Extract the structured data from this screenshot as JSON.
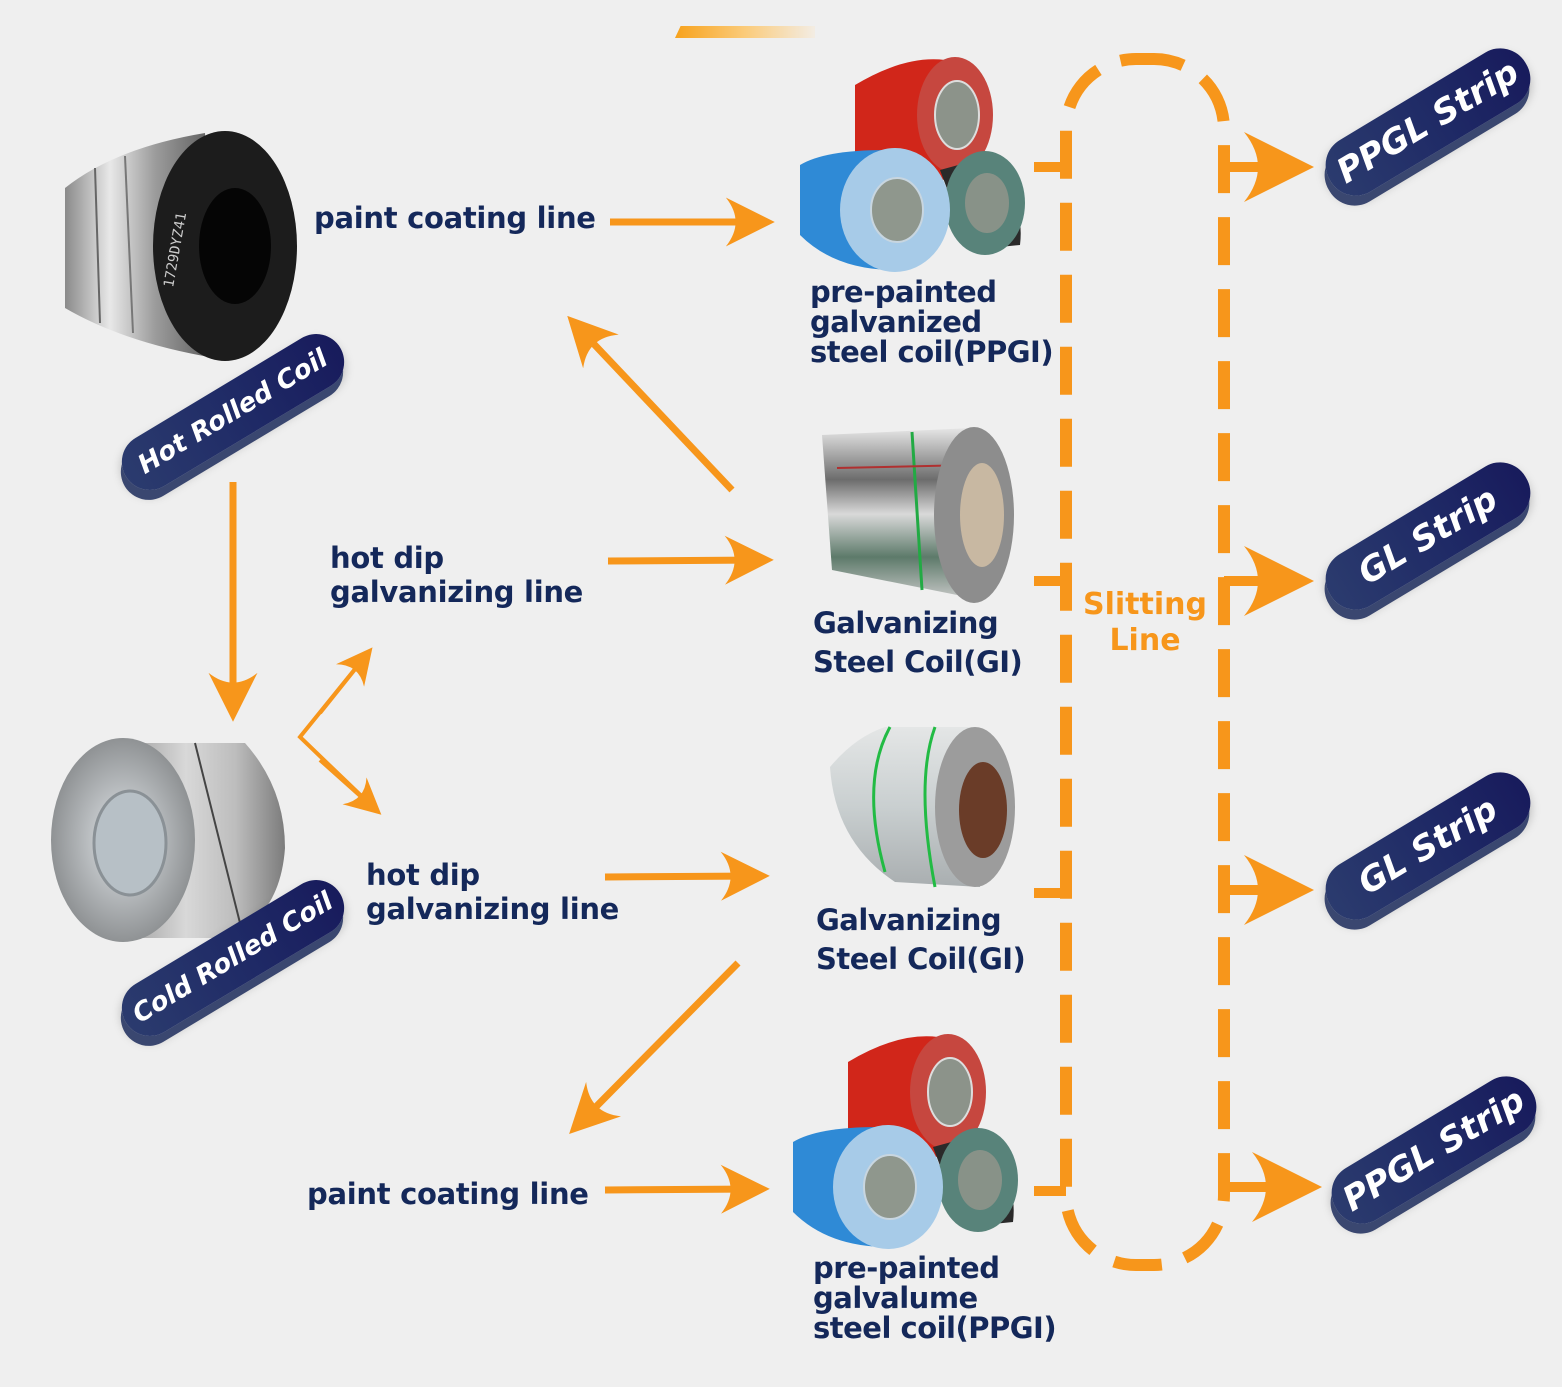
{
  "title": "Steel coil processing flow",
  "colors": {
    "arrow": "#f7961b",
    "text": "#14285a",
    "pill": "#1f2a66",
    "background": "#efefef"
  },
  "sources": {
    "hot_rolled": {
      "label": "Hot Rolled Coil",
      "image": "hot-rolled-coil-photo"
    },
    "cold_rolled": {
      "label": "Cold Rolled Coil",
      "image": "cold-rolled-coil-photo"
    }
  },
  "processes": {
    "paint_top": "paint coating line",
    "hdg_top_line1": "hot dip",
    "hdg_top_line2": "galvanizing line",
    "hdg_bottom_line1": "hot dip",
    "hdg_bottom_line2": "galvanizing line",
    "paint_bottom": "paint coating line"
  },
  "products": [
    {
      "lines": [
        "pre-painted",
        "galvanized",
        "steel coil(PPGI)"
      ],
      "image": "ppgi-coils-photo"
    },
    {
      "lines": [
        "Galvanizing",
        "Steel Coil(GI)"
      ],
      "image": "gi-coil-photo"
    },
    {
      "lines": [
        "Galvanizing",
        "Steel Coil(GI)"
      ],
      "image": "gi-coil-photo-2"
    },
    {
      "lines": [
        "pre-painted",
        "galvalume",
        "steel coil(PPGI)"
      ],
      "image": "ppgl-coils-photo"
    }
  ],
  "slitting": {
    "line1": "Slitting",
    "line2": "Line"
  },
  "outputs": [
    {
      "label": "PPGL Strip"
    },
    {
      "label": "GL Strip"
    },
    {
      "label": "GL Strip"
    },
    {
      "label": "PPGL Strip"
    }
  ]
}
